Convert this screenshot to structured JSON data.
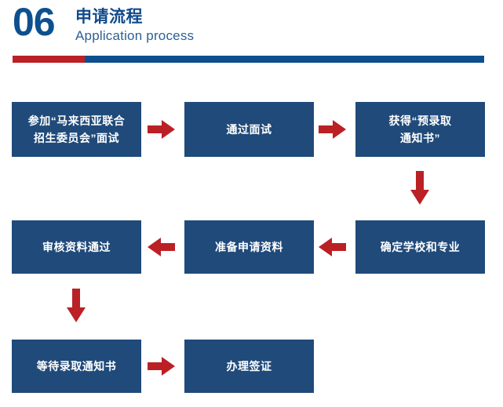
{
  "header": {
    "number": "06",
    "title_cn": "申请流程",
    "title_en": "Application process",
    "rule_red_color": "#bb2025",
    "rule_blue_color": "#0d4e8f",
    "number_color": "#0d508f",
    "title_cn_color": "#104a8c",
    "title_en_color": "#2c5f93"
  },
  "flow": {
    "node_fill": "#1f4a7a",
    "node_text_color": "#ffffff",
    "arrow_color": "#bb2025",
    "nodes": [
      {
        "id": "node-1",
        "label": "参加“马来西亚联合\n招生委员会”面试",
        "row": 1,
        "col": "a"
      },
      {
        "id": "node-2",
        "label": "通过面试",
        "row": 1,
        "col": "b"
      },
      {
        "id": "node-3",
        "label": "获得“预录取\n通知书”",
        "row": 1,
        "col": "c"
      },
      {
        "id": "node-4",
        "label": "审核资料通过",
        "row": 2,
        "col": "a"
      },
      {
        "id": "node-5",
        "label": "准备申请资料",
        "row": 2,
        "col": "b"
      },
      {
        "id": "node-6",
        "label": "确定学校和专业",
        "row": 2,
        "col": "c"
      },
      {
        "id": "node-7",
        "label": "等待录取通知书",
        "row": 3,
        "col": "a"
      },
      {
        "id": "node-8",
        "label": "办理签证",
        "row": 3,
        "col": "b"
      }
    ],
    "arrows": [
      {
        "id": "arrow-1",
        "direction": "right",
        "from": "node-1",
        "to": "node-2"
      },
      {
        "id": "arrow-2",
        "direction": "right",
        "from": "node-2",
        "to": "node-3"
      },
      {
        "id": "arrow-3",
        "direction": "down",
        "from": "node-3",
        "to": "node-6"
      },
      {
        "id": "arrow-4",
        "direction": "left",
        "from": "node-6",
        "to": "node-5"
      },
      {
        "id": "arrow-5",
        "direction": "left",
        "from": "node-5",
        "to": "node-4"
      },
      {
        "id": "arrow-6",
        "direction": "down",
        "from": "node-4",
        "to": "node-7"
      },
      {
        "id": "arrow-7",
        "direction": "right",
        "from": "node-7",
        "to": "node-8"
      }
    ]
  }
}
